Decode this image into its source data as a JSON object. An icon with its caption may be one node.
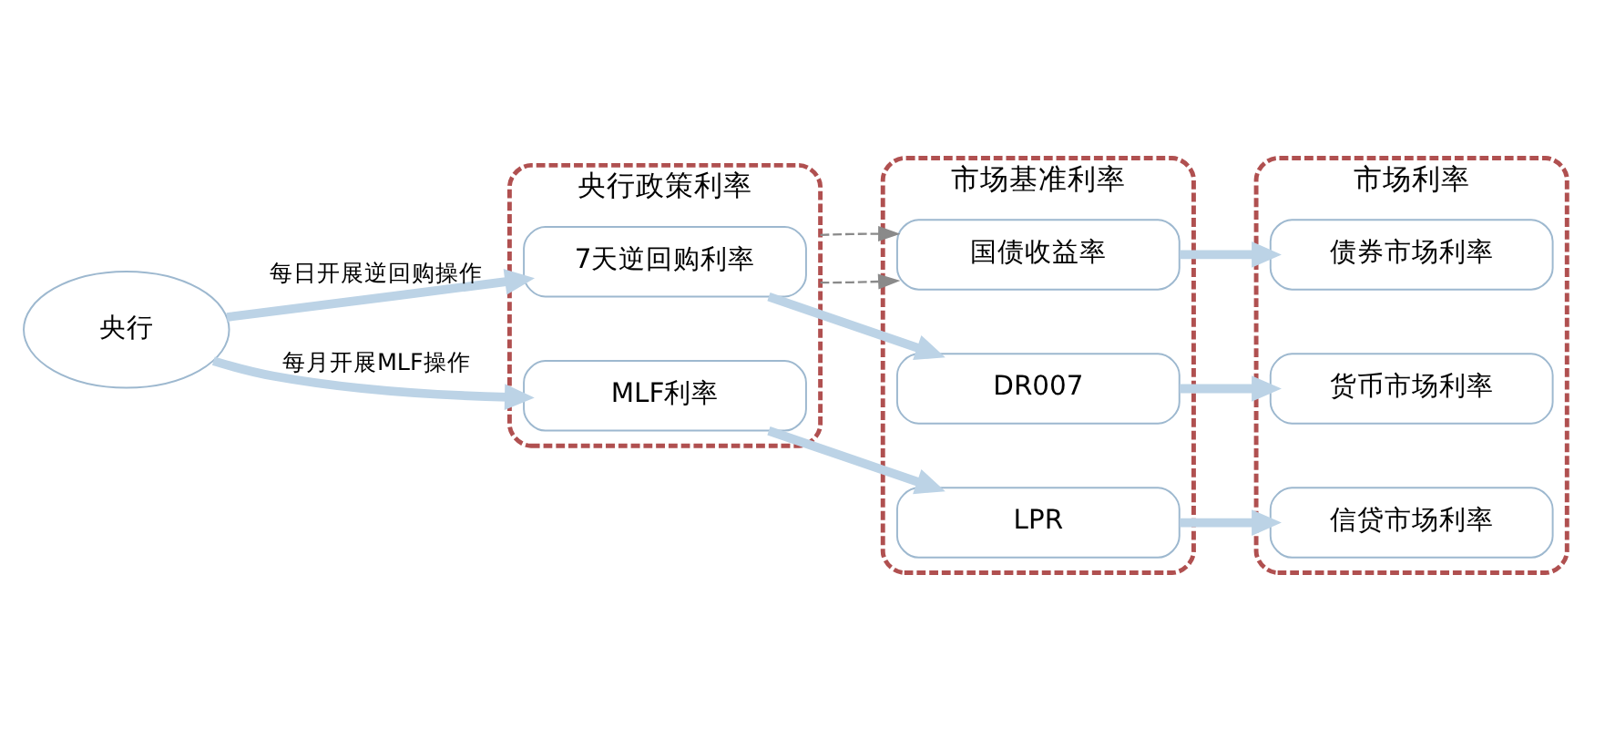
{
  "diagram": {
    "nodes": [
      {
        "text": [
          "央行"
        ]
      },
      {
        "text": [
          "央行政策利率"
        ]
      },
      {
        "text": [
          "7天逆回购利率"
        ],
        "in": 1
      },
      {
        "text": [
          "MLF利率"
        ],
        "in": 1
      },
      {
        "text": [
          "市场基准利率"
        ]
      },
      {
        "text": [
          "DR007"
        ],
        "in": 4
      },
      {
        "text": [
          "LPR"
        ],
        "in": 4
      },
      {
        "text": [
          "国债收益率"
        ],
        "in": 4
      },
      {
        "text": [
          "市场利率"
        ]
      },
      {
        "text": [
          "货币市场利率"
        ],
        "in": 8
      },
      {
        "text": [
          "信贷市场利率"
        ],
        "in": 8
      },
      {
        "text": [
          "债券市场利率"
        ],
        "in": 8
      }
    ],
    "edges": [
      {
        "from": 0,
        "to": 2,
        "arrow": "to",
        "label": "每日开展逆回购操作"
      },
      {
        "from": 0,
        "to": 3,
        "arrow": "to",
        "label": "每月开展MLF操作"
      },
      {
        "from": 2,
        "to": 5,
        "arrow": "to"
      },
      {
        "from": 3,
        "to": 6,
        "arrow": "to"
      },
      {
        "from": 1,
        "to": 7,
        "arrow": "to",
        "style": "dashed",
        "color": "#8a8a8a"
      },
      {
        "from": 1,
        "to": 7,
        "arrow": "to",
        "style": "dashed",
        "color": "#8a8a8a"
      },
      {
        "from": 5,
        "to": 9,
        "arrow": "to"
      },
      {
        "from": 6,
        "to": 10,
        "arrow": "to"
      },
      {
        "from": 7,
        "to": 11,
        "arrow": "to"
      }
    ]
  }
}
